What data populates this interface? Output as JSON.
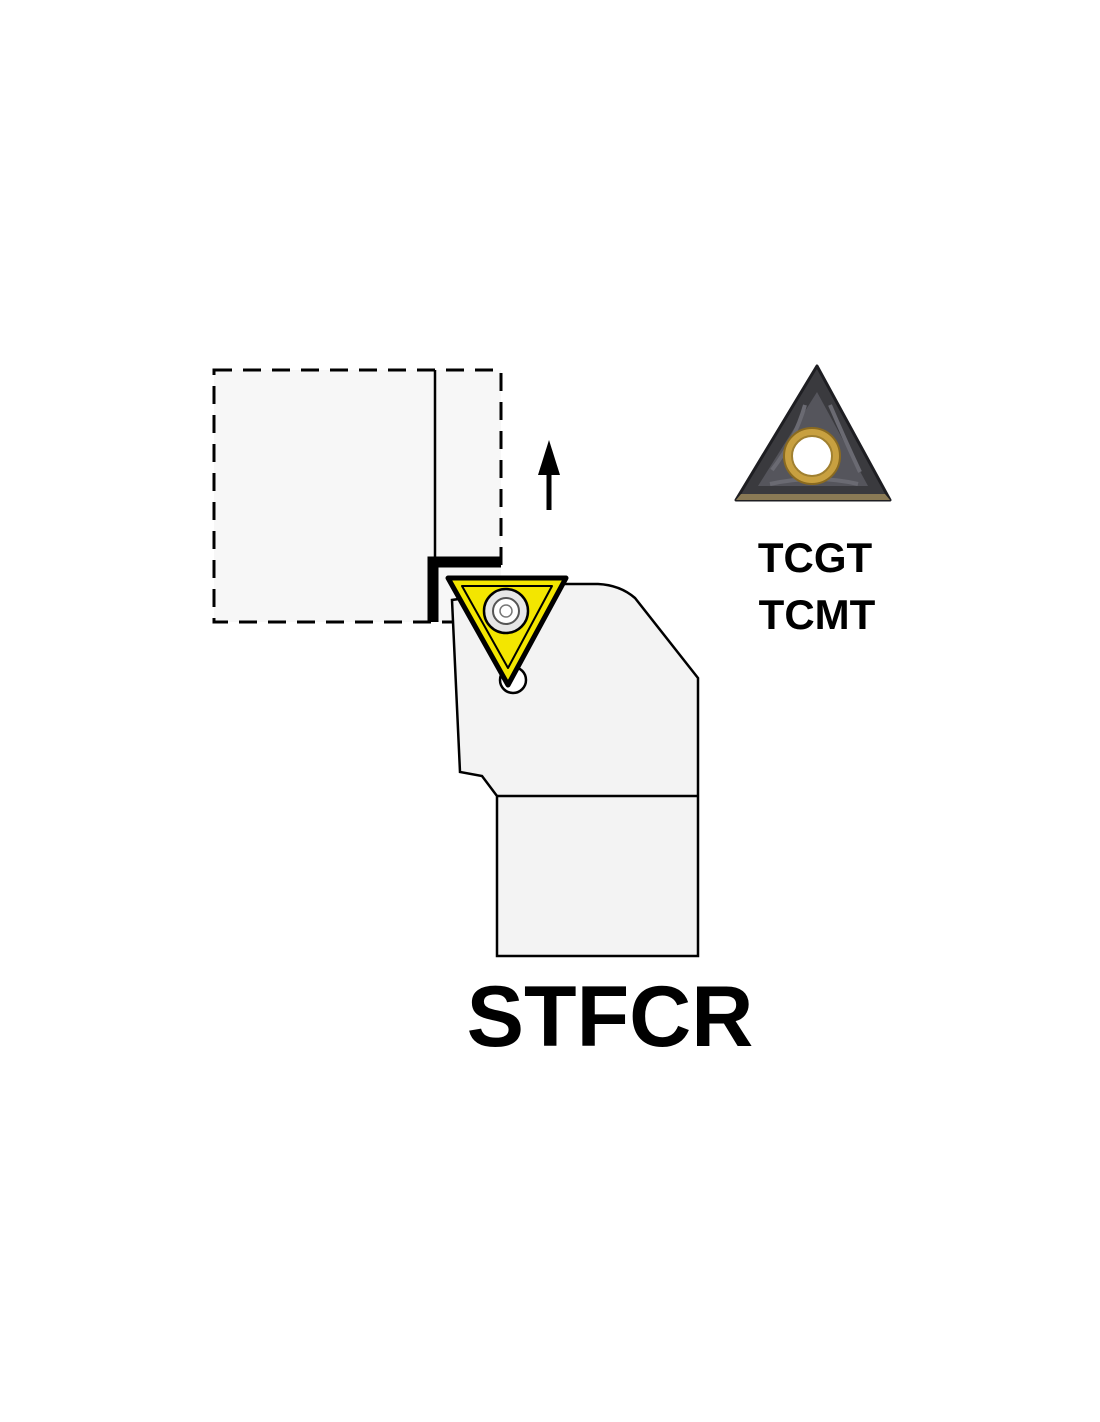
{
  "tool_code": "STFCR",
  "insert_codes": [
    "TCGT",
    "TCMT"
  ],
  "colors": {
    "background": "#ffffff",
    "holder_fill": "#f3f3f3",
    "workpiece_fill": "#f7f7f7",
    "insert_yellow": "#f3e600",
    "insert_dark": "#3a3a3e",
    "insert_gold": "#c8a040",
    "line": "#000000"
  },
  "icons": {
    "feed_direction": "up-arrow-icon",
    "insert_photo": "triangular-insert-icon"
  }
}
